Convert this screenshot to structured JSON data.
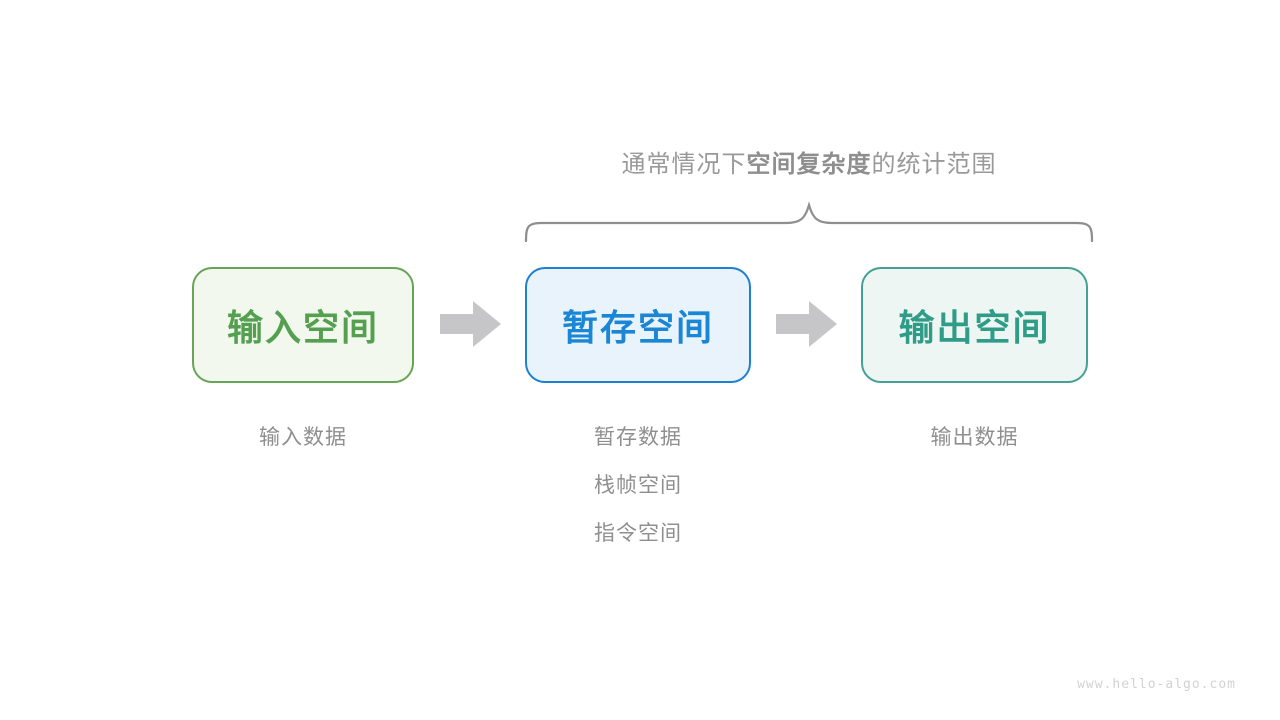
{
  "title": {
    "prefix": "通常情况下",
    "bold": "空间复杂度",
    "suffix": "的统计范围",
    "color": "#999999"
  },
  "brace": {
    "color": "#8e8e8e"
  },
  "arrow": {
    "color": "#c6c6c8"
  },
  "boxes": [
    {
      "label": "输入空间",
      "text_color": "#54a050",
      "border_color": "#67a457",
      "bg_color": "#f2f8ee",
      "notes": [
        "输入数据"
      ]
    },
    {
      "label": "暂存空间",
      "text_color": "#1b86d3",
      "border_color": "#1d80d1",
      "bg_color": "#e9f3fc",
      "notes": [
        "暂存数据",
        "栈帧空间",
        "指令空间"
      ]
    },
    {
      "label": "输出空间",
      "text_color": "#2e9c86",
      "border_color": "#44a193",
      "bg_color": "#edf6f3",
      "notes": [
        "输出数据"
      ]
    }
  ],
  "notes_color": "#8f8f8f",
  "watermark": "www.hello-algo.com"
}
